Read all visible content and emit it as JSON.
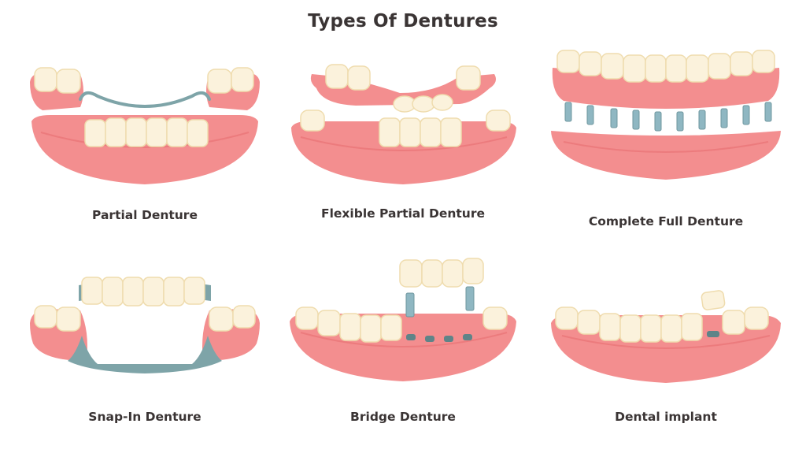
{
  "title": "Types Of  Dentures",
  "colors": {
    "gum": "#f38e8f",
    "gum_dark": "#e86e72",
    "gum_light": "#f8b3b3",
    "tooth": "#fbf2dc",
    "tooth_shadow": "#efdcae",
    "metal": "#7ea4a8",
    "metal_dark": "#5e8488",
    "screw": "#8fb7c2",
    "text": "#3a3434"
  },
  "types": [
    {
      "id": "partial",
      "label": "Partial Denture"
    },
    {
      "id": "flexible",
      "label": "Flexible Partial Denture"
    },
    {
      "id": "complete",
      "label": "Complete Full Denture"
    },
    {
      "id": "snapin",
      "label": "Snap-In Denture"
    },
    {
      "id": "bridge",
      "label": "Bridge Denture"
    },
    {
      "id": "implant",
      "label": "Dental implant"
    }
  ]
}
